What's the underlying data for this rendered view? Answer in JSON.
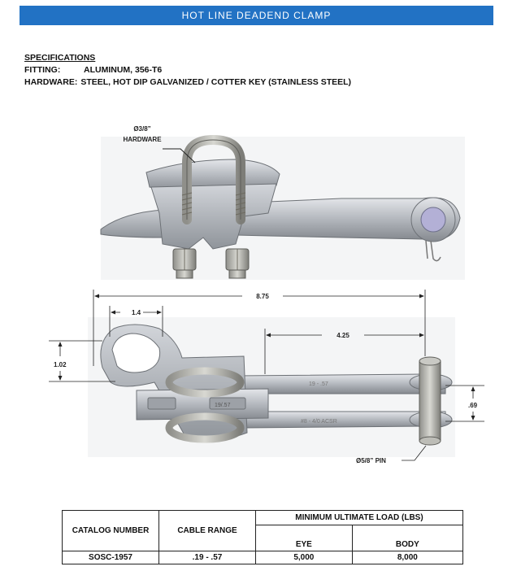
{
  "banner": {
    "title": "HOT LINE DEADEND CLAMP"
  },
  "specs": {
    "heading": "SPECIFICATIONS",
    "fitting_label": "FITTING:",
    "fitting_value": "ALUMINUM, 356-T6",
    "hardware_label": "HARDWARE:",
    "hardware_value": "STEEL, HOT DIP GALVANIZED / COTTER KEY (STAINLESS STEEL)"
  },
  "drawing_labels": {
    "hardware_dia": "Ø3/8”",
    "hardware_word": "HARDWARE",
    "overall_length": "8.75",
    "eye_width": "1.4",
    "eye_height": "1.02",
    "pin_to_body": "4.25",
    "clevis_gap": ".69",
    "pin_dia": "Ø5/8” PIN",
    "cast_mark_1": "19 - .57",
    "cast_mark_2": "#8 - 4/0 ACSR",
    "cast_mark_3": "19/.57"
  },
  "table": {
    "col_catalog": "CATALOG NUMBER",
    "col_range": "CABLE RANGE",
    "col_load": "MINIMUM ULTIMATE LOAD (LBS)",
    "col_eye": "EYE",
    "col_body": "BODY",
    "rows": [
      {
        "catalog": "SOSC-1957",
        "range": ".19 - .57",
        "eye": "5,000",
        "body": "8,000"
      }
    ]
  }
}
